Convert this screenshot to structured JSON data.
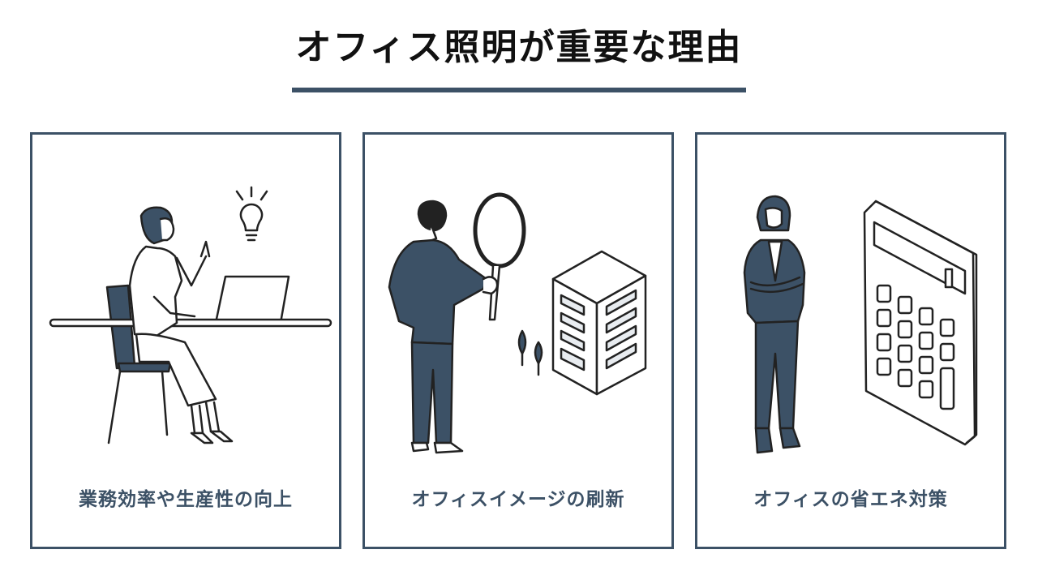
{
  "title": "オフィス照明が重要な理由",
  "colors": {
    "accent": "#3c5166",
    "ink": "#222222",
    "fill": "#3c5166"
  },
  "cards": [
    {
      "label": "業務効率や生産性の向上",
      "icon": "woman-at-desk-lightbulb-icon"
    },
    {
      "label": "オフィスイメージの刷新",
      "icon": "man-magnifier-building-icon"
    },
    {
      "label": "オフィスの省エネ対策",
      "icon": "woman-calculator-icon"
    }
  ]
}
